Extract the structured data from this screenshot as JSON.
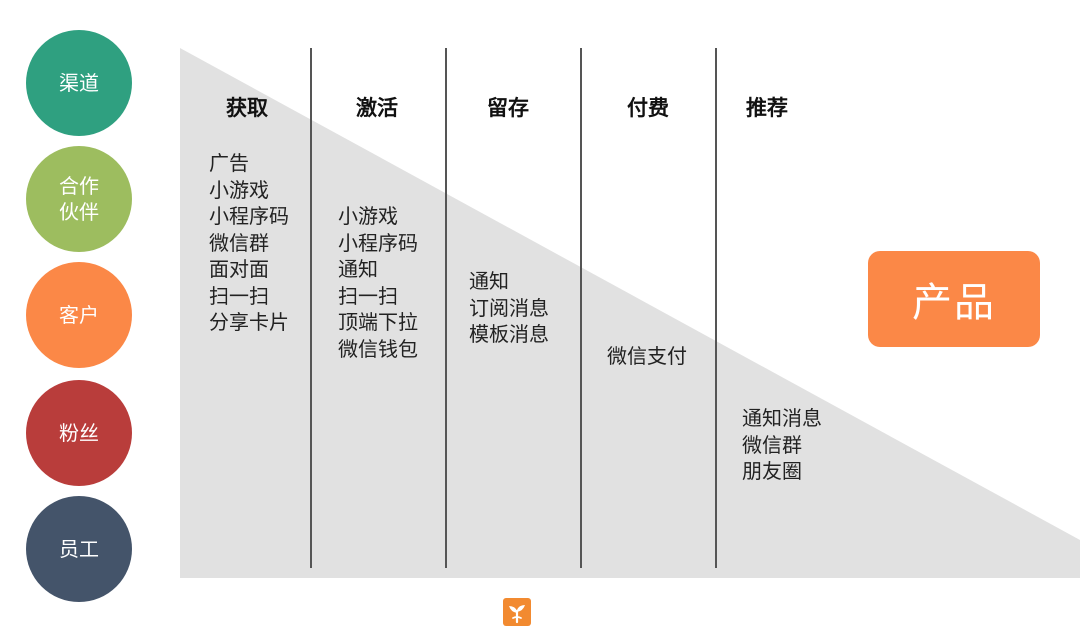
{
  "channels": [
    {
      "label": "渠道",
      "color": "#2fa080"
    },
    {
      "label": "合作\n伙伴",
      "color": "#9dbd5f"
    },
    {
      "label": "客户",
      "color": "#fb8847"
    },
    {
      "label": "粉丝",
      "color": "#b93d3b"
    },
    {
      "label": "员工",
      "color": "#44546a"
    }
  ],
  "stages": [
    {
      "title": "获取",
      "items": [
        "广告",
        "小游戏",
        "小程序码",
        "微信群",
        "面对面",
        "扫一扫",
        "分享卡片"
      ]
    },
    {
      "title": "激活",
      "items": [
        "小游戏",
        "小程序码",
        "通知",
        "扫一扫",
        "顶端下拉",
        "微信钱包"
      ]
    },
    {
      "title": "留存",
      "items": [
        "通知",
        "订阅消息",
        "模板消息"
      ]
    },
    {
      "title": "付费",
      "items": [
        "微信支付"
      ]
    },
    {
      "title": "推荐",
      "items": [
        "通知消息",
        "微信群",
        "朋友圈"
      ]
    }
  ],
  "product": {
    "label": "产品",
    "color": "#fb8847"
  },
  "colors": {
    "triangle": "#e1e1e1",
    "divider": "#555555",
    "logo": "#f28a30"
  },
  "logo_icon": "tree-sprout-icon"
}
